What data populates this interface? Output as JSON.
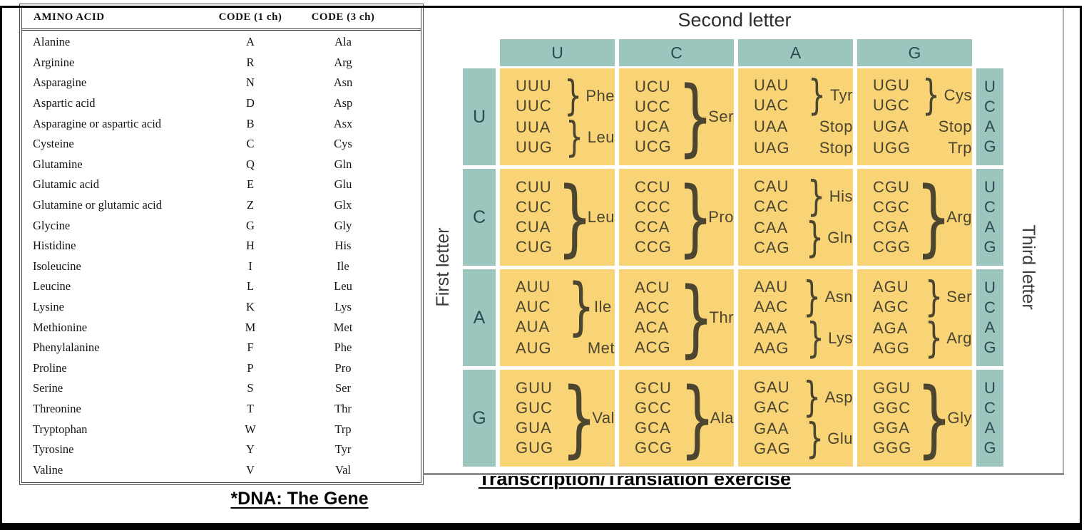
{
  "amino_table": {
    "headers": [
      "AMINO ACID",
      "CODE (1 ch)",
      "CODE (3 ch)"
    ],
    "rows": [
      [
        "Alanine",
        "A",
        "Ala"
      ],
      [
        "Arginine",
        "R",
        "Arg"
      ],
      [
        "Asparagine",
        "N",
        "Asn"
      ],
      [
        "Aspartic acid",
        "D",
        "Asp"
      ],
      [
        "Asparagine or aspartic acid",
        "B",
        "Asx"
      ],
      [
        "Cysteine",
        "C",
        "Cys"
      ],
      [
        "Glutamine",
        "Q",
        "Gln"
      ],
      [
        "Glutamic acid",
        "E",
        "Glu"
      ],
      [
        "Glutamine or glutamic acid",
        "Z",
        "Glx"
      ],
      [
        "Glycine",
        "G",
        "Gly"
      ],
      [
        "Histidine",
        "H",
        "His"
      ],
      [
        "Isoleucine",
        "I",
        "Ile"
      ],
      [
        "Leucine",
        "L",
        "Leu"
      ],
      [
        "Lysine",
        "K",
        "Lys"
      ],
      [
        "Methionine",
        "M",
        "Met"
      ],
      [
        "Phenylalanine",
        "F",
        "Phe"
      ],
      [
        "Proline",
        "P",
        "Pro"
      ],
      [
        "Serine",
        "S",
        "Ser"
      ],
      [
        "Threonine",
        "T",
        "Thr"
      ],
      [
        "Tryptophan",
        "W",
        "Trp"
      ],
      [
        "Tyrosine",
        "Y",
        "Tyr"
      ],
      [
        "Valine",
        "V",
        "Val"
      ]
    ]
  },
  "codon_chart": {
    "title": "Second letter",
    "first_letter_label": "First letter",
    "third_letter_label": "Third letter",
    "second_letters": [
      "U",
      "C",
      "A",
      "G"
    ],
    "third_letters": [
      "U",
      "C",
      "A",
      "G"
    ],
    "brace_glyph": "}",
    "colors": {
      "teal": "#9cc5be",
      "yellow": "#f8d476",
      "codon_text": "#4c4530",
      "letter_text": "#2b4a52"
    },
    "rows": [
      {
        "first": "U",
        "cells": [
          {
            "groups": [
              {
                "codons": [
                  "UUU",
                  "UUC"
                ],
                "label": "Phe",
                "brace": true
              },
              {
                "codons": [
                  "UUA",
                  "UUG"
                ],
                "label": "Leu",
                "brace": true
              }
            ]
          },
          {
            "groups": [
              {
                "codons": [
                  "UCU",
                  "UCC",
                  "UCA",
                  "UCG"
                ],
                "label": "Ser",
                "brace": true
              }
            ]
          },
          {
            "groups": [
              {
                "codons": [
                  "UAU",
                  "UAC"
                ],
                "label": "Tyr",
                "brace": true
              },
              {
                "codons": [
                  "UAA"
                ],
                "label": "Stop",
                "brace": false
              },
              {
                "codons": [
                  "UAG"
                ],
                "label": "Stop",
                "brace": false
              }
            ]
          },
          {
            "groups": [
              {
                "codons": [
                  "UGU",
                  "UGC"
                ],
                "label": "Cys",
                "brace": true
              },
              {
                "codons": [
                  "UGA"
                ],
                "label": "Stop",
                "brace": false
              },
              {
                "codons": [
                  "UGG"
                ],
                "label": "Trp",
                "brace": false
              }
            ]
          }
        ]
      },
      {
        "first": "C",
        "cells": [
          {
            "groups": [
              {
                "codons": [
                  "CUU",
                  "CUC",
                  "CUA",
                  "CUG"
                ],
                "label": "Leu",
                "brace": true
              }
            ]
          },
          {
            "groups": [
              {
                "codons": [
                  "CCU",
                  "CCC",
                  "CCA",
                  "CCG"
                ],
                "label": "Pro",
                "brace": true
              }
            ]
          },
          {
            "groups": [
              {
                "codons": [
                  "CAU",
                  "CAC"
                ],
                "label": "His",
                "brace": true
              },
              {
                "codons": [
                  "CAA",
                  "CAG"
                ],
                "label": "Gln",
                "brace": true
              }
            ]
          },
          {
            "groups": [
              {
                "codons": [
                  "CGU",
                  "CGC",
                  "CGA",
                  "CGG"
                ],
                "label": "Arg",
                "brace": true
              }
            ]
          }
        ]
      },
      {
        "first": "A",
        "cells": [
          {
            "groups": [
              {
                "codons": [
                  "AUU",
                  "AUC",
                  "AUA"
                ],
                "label": "Ile",
                "brace": true
              },
              {
                "codons": [
                  "AUG"
                ],
                "label": "Met",
                "brace": false
              }
            ]
          },
          {
            "groups": [
              {
                "codons": [
                  "ACU",
                  "ACC",
                  "ACA",
                  "ACG"
                ],
                "label": "Thr",
                "brace": true
              }
            ]
          },
          {
            "groups": [
              {
                "codons": [
                  "AAU",
                  "AAC"
                ],
                "label": "Asn",
                "brace": true
              },
              {
                "codons": [
                  "AAA",
                  "AAG"
                ],
                "label": "Lys",
                "brace": true
              }
            ]
          },
          {
            "groups": [
              {
                "codons": [
                  "AGU",
                  "AGC"
                ],
                "label": "Ser",
                "brace": true
              },
              {
                "codons": [
                  "AGA",
                  "AGG"
                ],
                "label": "Arg",
                "brace": true
              }
            ]
          }
        ]
      },
      {
        "first": "G",
        "cells": [
          {
            "groups": [
              {
                "codons": [
                  "GUU",
                  "GUC",
                  "GUA",
                  "GUG"
                ],
                "label": "Val",
                "brace": true
              }
            ]
          },
          {
            "groups": [
              {
                "codons": [
                  "GCU",
                  "GCC",
                  "GCA",
                  "GCG"
                ],
                "label": "Ala",
                "brace": true
              }
            ]
          },
          {
            "groups": [
              {
                "codons": [
                  "GAU",
                  "GAC"
                ],
                "label": "Asp",
                "brace": true
              },
              {
                "codons": [
                  "GAA",
                  "GAG"
                ],
                "label": "Glu",
                "brace": true
              }
            ]
          },
          {
            "groups": [
              {
                "codons": [
                  "GGU",
                  "GGC",
                  "GGA",
                  "GGG"
                ],
                "label": "Gly",
                "brace": true
              }
            ]
          }
        ]
      }
    ]
  },
  "captions": {
    "left": "*DNA: The Gene",
    "right": "Transcription/Translation exercise"
  }
}
